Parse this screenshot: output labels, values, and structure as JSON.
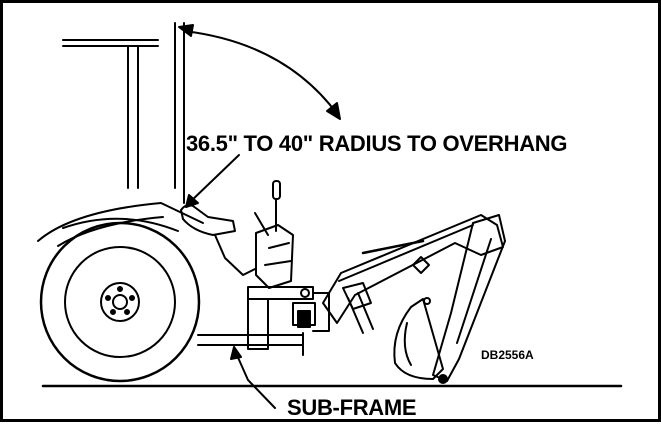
{
  "figure": {
    "radius_callout": "36.5\" TO 40\" RADIUS TO OVERHANG",
    "drawing_code": "DB2556A",
    "subframe_callout": "SUB-FRAME"
  }
}
